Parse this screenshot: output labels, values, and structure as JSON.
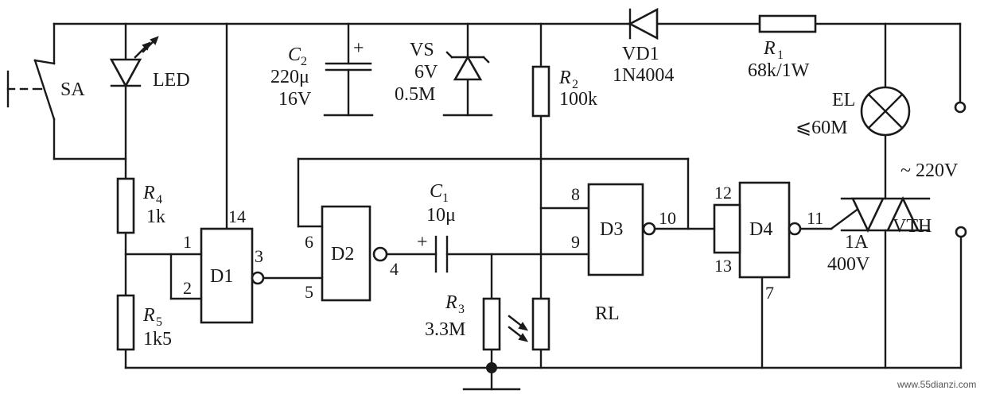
{
  "components": {
    "sa": "SA",
    "led": "LED",
    "c2": {
      "name": "C",
      "sub": "2",
      "value": "220μ",
      "rating": "16V",
      "polarity": "+"
    },
    "vs": {
      "name": "VS",
      "value": "6V",
      "rating": "0.5M"
    },
    "vd1": {
      "name": "VD1",
      "part": "1N4004"
    },
    "r1": {
      "name": "R",
      "sub": "1",
      "value": "68k/1W"
    },
    "r2": {
      "name": "R",
      "sub": "2",
      "value": "100k"
    },
    "el": {
      "name": "EL",
      "value": "⩽60M"
    },
    "supply": "~ 220V",
    "r4": {
      "name": "R",
      "sub": "4",
      "value": "1k"
    },
    "r5": {
      "name": "R",
      "sub": "5",
      "value": "1k5"
    },
    "c1": {
      "name": "C",
      "sub": "1",
      "value": "10μ",
      "polarity": "+"
    },
    "r3": {
      "name": "R",
      "sub": "3",
      "value": "3.3M"
    },
    "rl": "RL",
    "vth": {
      "name": "VTH",
      "current": "1A",
      "voltage": "400V"
    },
    "gates": {
      "d1": "D1",
      "d2": "D2",
      "d3": "D3",
      "d4": "D4"
    }
  },
  "pins": {
    "p1": "1",
    "p2": "2",
    "p3": "3",
    "p14": "14",
    "p5": "5",
    "p6": "6",
    "p4": "4",
    "p8": "8",
    "p9": "9",
    "p10": "10",
    "p12": "12",
    "p13": "13",
    "p11": "11",
    "p7": "7"
  },
  "watermark": "www.55dianzi.com"
}
